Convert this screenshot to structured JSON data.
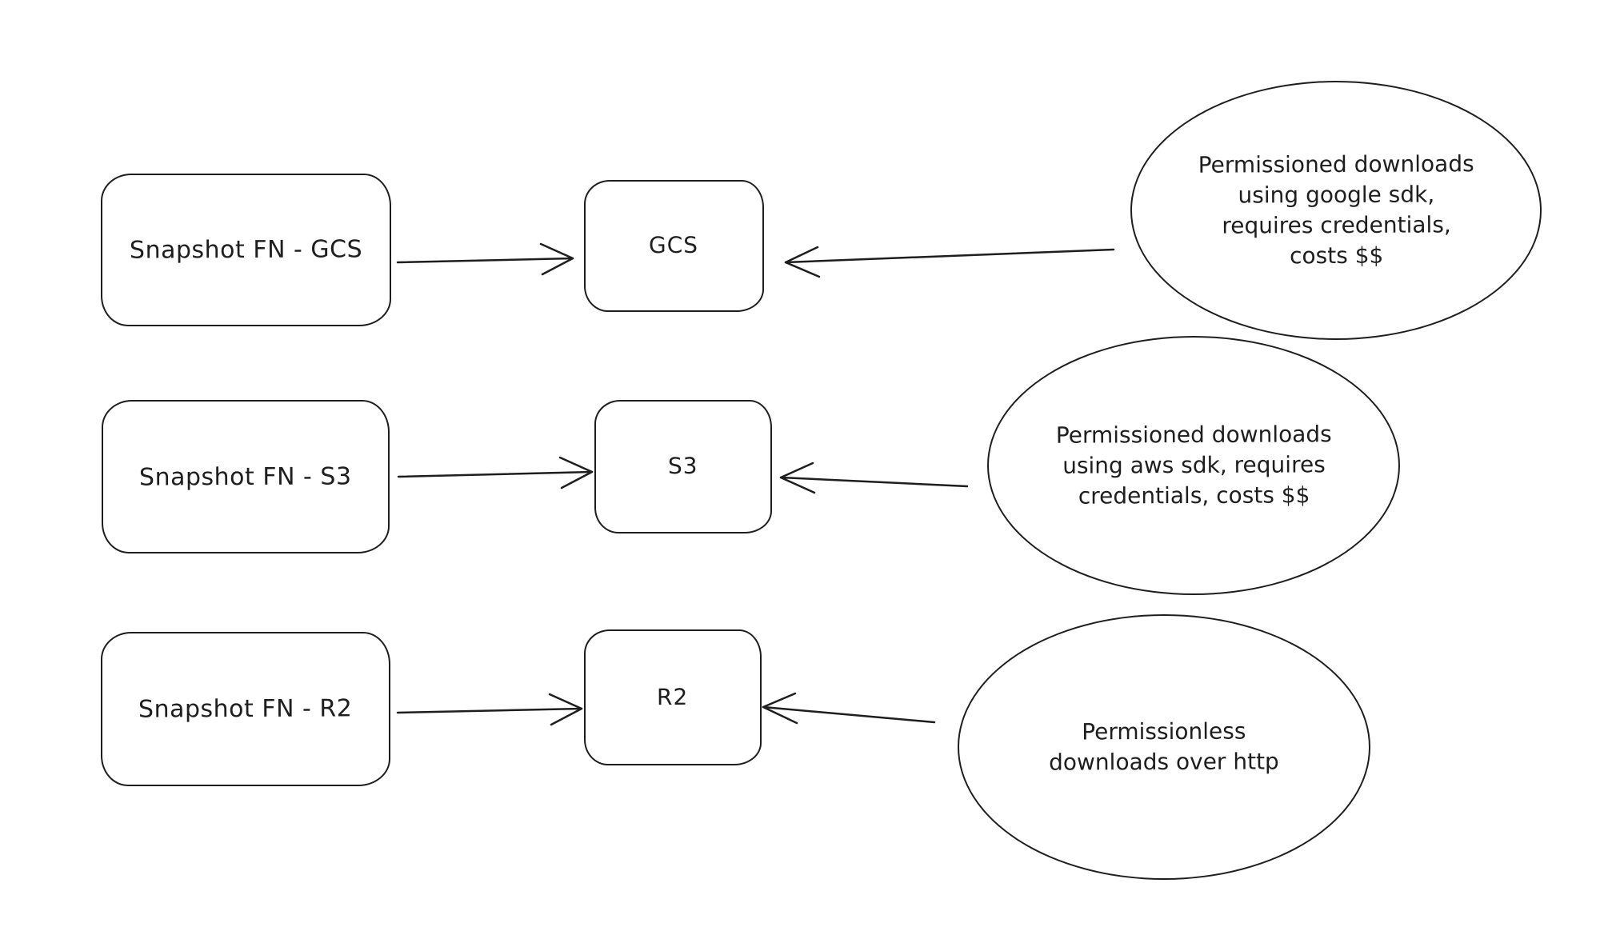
{
  "diagram": {
    "background": "#ffffff",
    "stroke_color": "#1e1e1e",
    "nodes": {
      "snapshot_gcs": {
        "label": "Snapshot FN - GCS"
      },
      "snapshot_s3": {
        "label": "Snapshot FN - S3"
      },
      "snapshot_r2": {
        "label": "Snapshot FN - R2"
      },
      "gcs": {
        "label": "GCS"
      },
      "s3": {
        "label": "S3"
      },
      "r2": {
        "label": "R2"
      },
      "note_gcs": {
        "label": "Permissioned downloads\nusing google sdk,\nrequires credentials,\ncosts $$"
      },
      "note_s3": {
        "label": "Permissioned downloads\nusing aws sdk, requires\ncredentials, costs $$"
      },
      "note_r2": {
        "label": "Permissionless\ndownloads over http"
      }
    },
    "edges": [
      {
        "from": "snapshot_gcs",
        "to": "gcs"
      },
      {
        "from": "note_gcs",
        "to": "gcs"
      },
      {
        "from": "snapshot_s3",
        "to": "s3"
      },
      {
        "from": "note_s3",
        "to": "s3"
      },
      {
        "from": "snapshot_r2",
        "to": "r2"
      },
      {
        "from": "note_r2",
        "to": "r2"
      }
    ]
  }
}
